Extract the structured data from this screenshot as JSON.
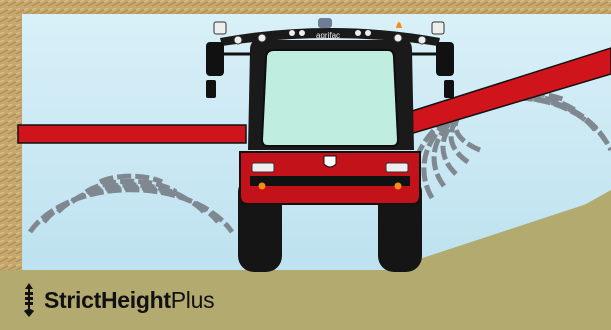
{
  "badge": {
    "name_bold": "StrictHeight",
    "name_light": "Plus",
    "icon": "height-sensor-icon"
  },
  "vehicle": {
    "cab_label": "agrifac"
  },
  "colors": {
    "sky": "#bfe3f0",
    "straw": "#c8ad74",
    "ground": "#b5ac72",
    "vehicle_red": "#c4121a",
    "boom_red": "#d0141c",
    "glass": "#bfeee0",
    "sensor_waves": "#7a8590",
    "text": "#111111"
  }
}
